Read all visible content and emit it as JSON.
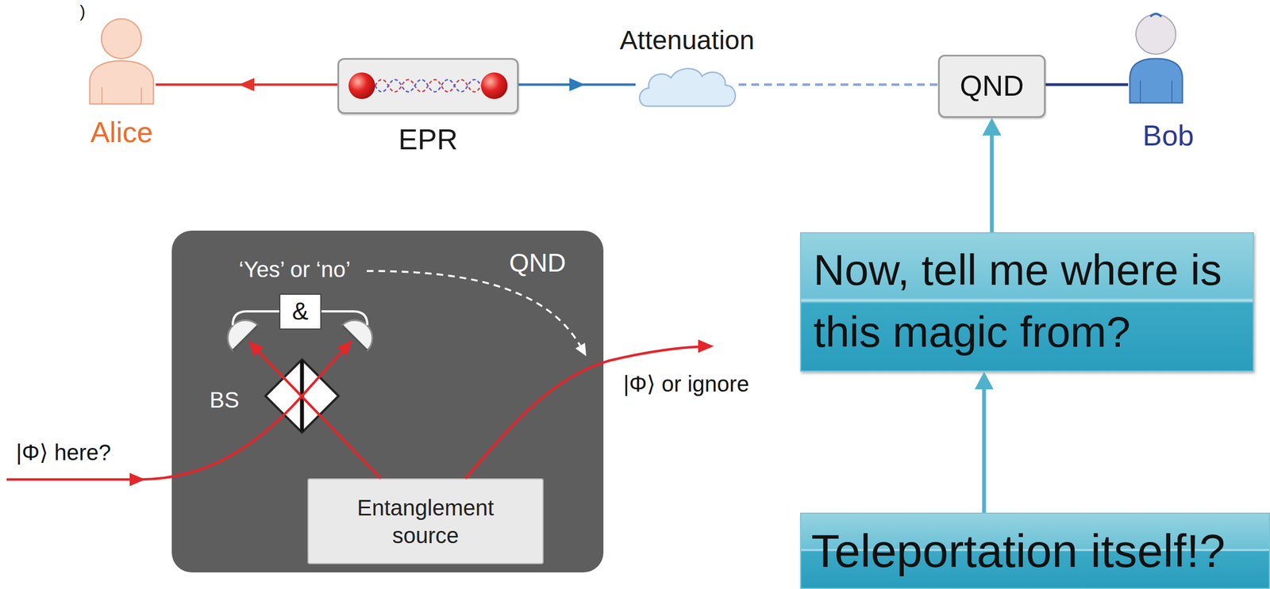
{
  "diagram": {
    "nodes": [
      {
        "text": [
          "Alice"
        ]
      },
      {
        "text": [
          "EPR"
        ]
      },
      {
        "text": [
          "Attenuation"
        ]
      },
      {
        "text": [
          "QND"
        ]
      },
      {
        "text": [
          "Bob"
        ]
      },
      {
        "text": [
          "QND"
        ]
      },
      {
        "text": [
          "&"
        ],
        "in": 5
      },
      {
        "text": [
          "Entanglement source"
        ],
        "in": 5
      },
      {
        "text": [
          "Now, tell me where is this magic from?"
        ]
      },
      {
        "text": [
          "Teleportation itself!?"
        ]
      }
    ],
    "edges": [
      {
        "from": 1,
        "to": 0,
        "arrow": "to"
      },
      {
        "from": 1,
        "to": 2,
        "arrow": "to"
      },
      {
        "from": 2,
        "to": 3,
        "arrow": "none"
      },
      {
        "from": 3,
        "to": 4,
        "arrow": "none"
      },
      {
        "from": 9,
        "to": 8,
        "arrow": "to"
      },
      {
        "from": 8,
        "to": 3,
        "arrow": "to"
      }
    ],
    "labels": [
      ")",
      "‘Yes’ or ‘no’",
      "BS",
      "|Φ⟩ here?",
      "|Φ⟩ or ignore"
    ]
  }
}
